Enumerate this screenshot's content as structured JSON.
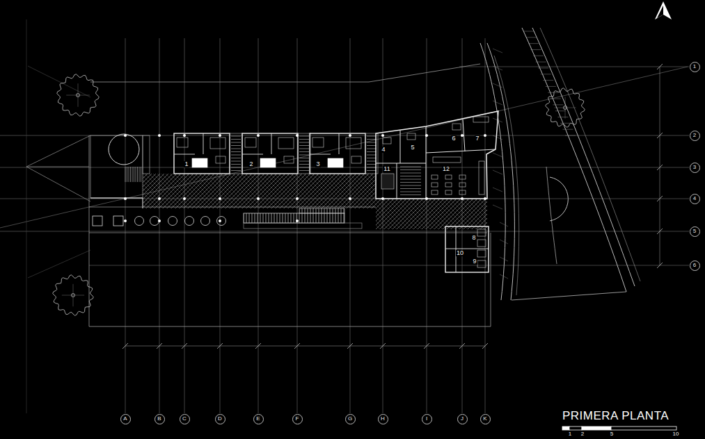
{
  "diagram": {
    "title": "PRIMERA PLANTA",
    "nodes": [
      {
        "text": [
          "1"
        ]
      },
      {
        "text": [
          "2"
        ]
      },
      {
        "text": [
          "3"
        ]
      },
      {
        "text": [
          "4"
        ]
      },
      {
        "text": [
          "5"
        ]
      },
      {
        "text": [
          "6"
        ]
      },
      {
        "text": [
          "A"
        ]
      },
      {
        "text": [
          "B"
        ]
      },
      {
        "text": [
          "C"
        ]
      },
      {
        "text": [
          "D"
        ]
      },
      {
        "text": [
          "E"
        ]
      },
      {
        "text": [
          "F"
        ]
      },
      {
        "text": [
          "G"
        ]
      },
      {
        "text": [
          "H"
        ]
      },
      {
        "text": [
          "I"
        ]
      },
      {
        "text": [
          "J"
        ]
      },
      {
        "text": [
          "K"
        ]
      }
    ],
    "labels": [
      "1",
      "2",
      "3",
      "4",
      "5",
      "6",
      "7",
      "11",
      "12",
      "8",
      "10",
      "9",
      "1",
      "2",
      "5",
      "10"
    ]
  }
}
